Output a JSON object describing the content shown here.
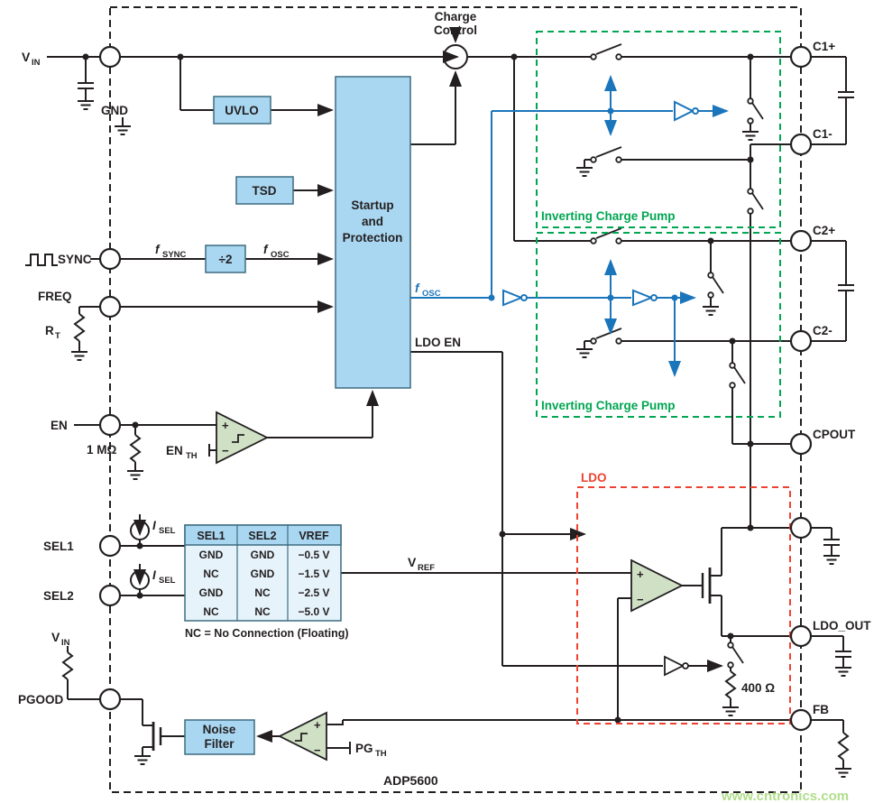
{
  "watermark": "www.cntronics.com",
  "chip": {
    "name": "ADP5600"
  },
  "pins": {
    "vin": {
      "base": "V",
      "sub": "IN"
    },
    "gnd": "GND",
    "sync": "SYNC",
    "freq": "FREQ",
    "en": "EN",
    "sel1": "SEL1",
    "sel2": "SEL2",
    "pgood": "PGOOD",
    "c1_plus": "C1+",
    "c1_minus": "C1-",
    "c2_plus": "C2+",
    "c2_minus": "C2-",
    "cpout": "CPOUT",
    "ldo_out": "LDO_OUT",
    "fb": "FB"
  },
  "blocks": {
    "uvlo": "UVLO",
    "tsd": "TSD",
    "div2": "÷2",
    "startup": {
      "line1": "Startup",
      "line2": "and",
      "line3": "Protection"
    },
    "charge_control": {
      "line1": "Charge",
      "line2": "Control"
    },
    "noise_filter": {
      "line1": "Noise",
      "line2": "Filter"
    }
  },
  "signals": {
    "fsync": {
      "base": "f",
      "sub": "SYNC"
    },
    "fosc_black": {
      "base": "f",
      "sub": "OSC"
    },
    "fosc_blue": {
      "base": "f",
      "sub": "OSC"
    },
    "ldo_en": "LDO EN",
    "vref": {
      "base": "V",
      "sub": "REF"
    },
    "en_th": {
      "base": "EN",
      "sub": "TH"
    },
    "pg_th": {
      "base": "PG",
      "sub": "TH"
    },
    "isel": {
      "base": "I",
      "sub": "SEL"
    },
    "rt": {
      "base": "R",
      "sub": "T"
    },
    "vin_pullup": {
      "base": "V",
      "sub": "IN"
    }
  },
  "components": {
    "r_en": "1 MΩ",
    "r_discharge": "400 Ω"
  },
  "regions": {
    "charge_pump_1": "Inverting Charge Pump",
    "charge_pump_2": "Inverting Charge Pump",
    "ldo": "LDO"
  },
  "symbols": {
    "plus": "+",
    "minus": "−"
  },
  "table": {
    "headers": [
      "SEL1",
      "SEL2",
      "VREF"
    ],
    "rows": [
      [
        "GND",
        "GND",
        "−0.5 V"
      ],
      [
        "NC",
        "GND",
        "−1.5 V"
      ],
      [
        "GND",
        "NC",
        "−2.5 V"
      ],
      [
        "NC",
        "NC",
        "−5.0 V"
      ]
    ],
    "note": "NC = No Connection (Floating)"
  },
  "colors": {
    "wire": "#231f20",
    "clock_blue": "#1b75bb",
    "pump_green": "#00a651",
    "ldo_red": "#ef4130",
    "block_fill": "#a9d7f1",
    "comparator_fill": "#cfe0c5"
  }
}
